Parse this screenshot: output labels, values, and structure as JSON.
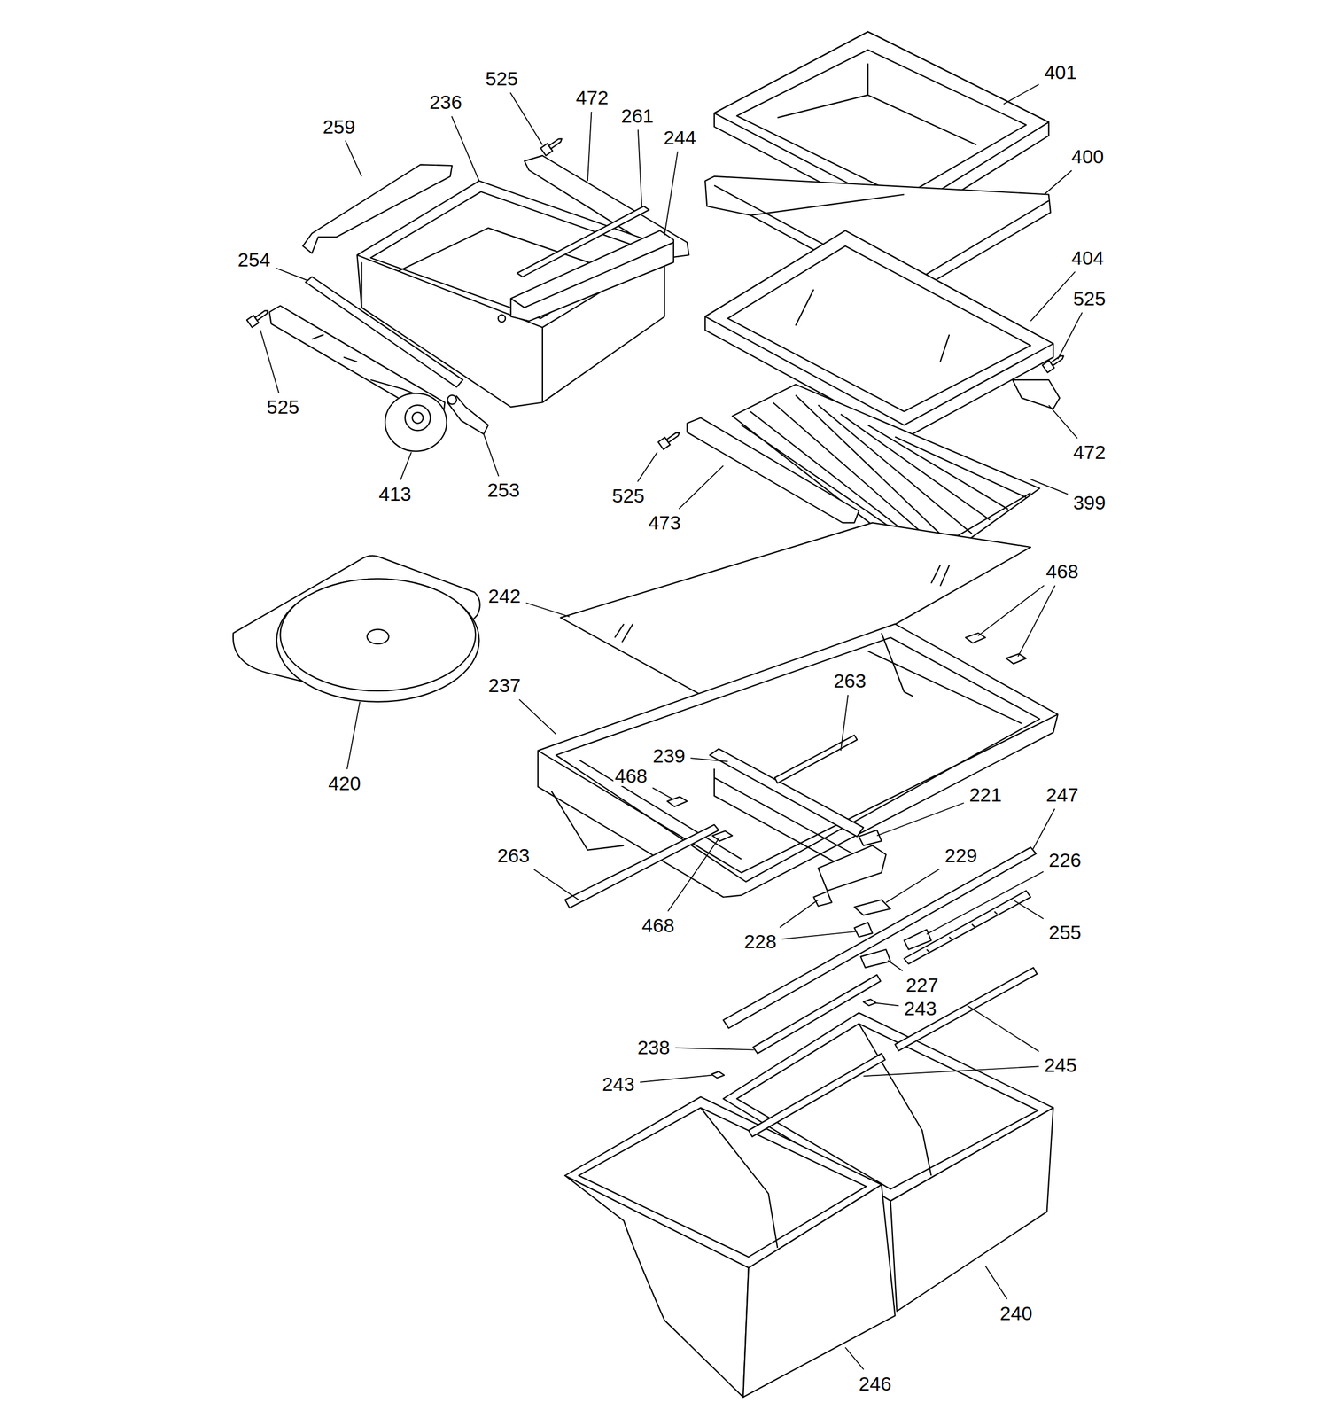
{
  "diagram": {
    "labels": [
      "525",
      "472",
      "401",
      "259",
      "236",
      "261",
      "244",
      "400",
      "254",
      "404",
      "525",
      "525",
      "472",
      "413",
      "253",
      "525",
      "473",
      "399",
      "468",
      "242",
      "237",
      "263",
      "420",
      "239",
      "468",
      "221",
      "247",
      "263",
      "229",
      "226",
      "468",
      "255",
      "228",
      "227",
      "243",
      "238",
      "243",
      "245",
      "240",
      "246"
    ]
  }
}
